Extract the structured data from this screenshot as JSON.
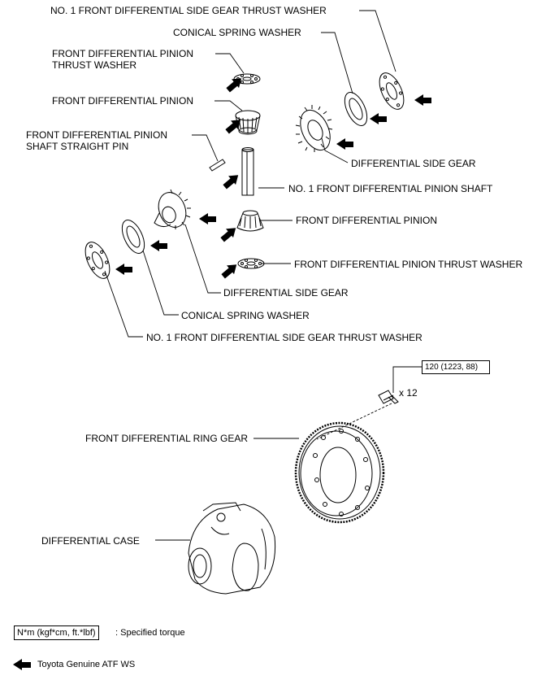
{
  "labels": {
    "no1_side_gear_thrust_washer_top": "NO. 1 FRONT DIFFERENTIAL SIDE GEAR THRUST WASHER",
    "conical_spring_washer_top": "CONICAL SPRING WASHER",
    "pinion_thrust_washer_top_line1": "FRONT DIFFERENTIAL PINION",
    "pinion_thrust_washer_top_line2": "THRUST WASHER",
    "pinion_top": "FRONT DIFFERENTIAL PINION",
    "pinion_shaft_pin_line1": "FRONT DIFFERENTIAL PINION",
    "pinion_shaft_pin_line2": "SHAFT STRAIGHT PIN",
    "differential_side_gear_top": "DIFFERENTIAL SIDE GEAR",
    "pinion_shaft": "NO. 1 FRONT DIFFERENTIAL PINION SHAFT",
    "pinion_bottom": "FRONT DIFFERENTIAL PINION",
    "pinion_thrust_washer_bottom": "FRONT DIFFERENTIAL PINION THRUST WASHER",
    "differential_side_gear_bottom": "DIFFERENTIAL SIDE GEAR",
    "conical_spring_washer_bottom": "CONICAL SPRING WASHER",
    "no1_side_gear_thrust_washer_bottom": "NO. 1 FRONT DIFFERENTIAL SIDE GEAR THRUST WASHER",
    "ring_gear": "FRONT DIFFERENTIAL RING GEAR",
    "differential_case": "DIFFERENTIAL CASE"
  },
  "torque": {
    "value": "120 (1223, 88)",
    "quantity": "x 12"
  },
  "legend": {
    "torque_unit_box": "N*m (kgf*cm, ft.*lbf)",
    "torque_desc": ": Specified torque",
    "atf_desc": "Toyota Genuine ATF WS"
  },
  "colors": {
    "ink": "#000000",
    "paper": "#ffffff"
  }
}
